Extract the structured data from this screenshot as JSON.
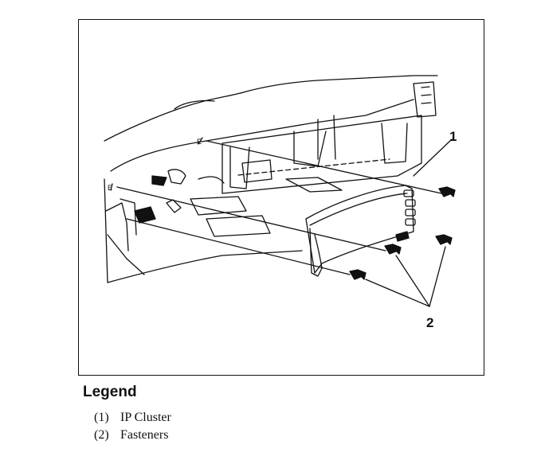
{
  "figure": {
    "callouts": [
      "1",
      "2"
    ]
  },
  "legend": {
    "heading": "Legend",
    "items": [
      {
        "number": "(1)",
        "label": "IP Cluster"
      },
      {
        "number": "(2)",
        "label": "Fasteners"
      }
    ]
  },
  "colors": {
    "line": "#111111",
    "background": "#ffffff"
  }
}
